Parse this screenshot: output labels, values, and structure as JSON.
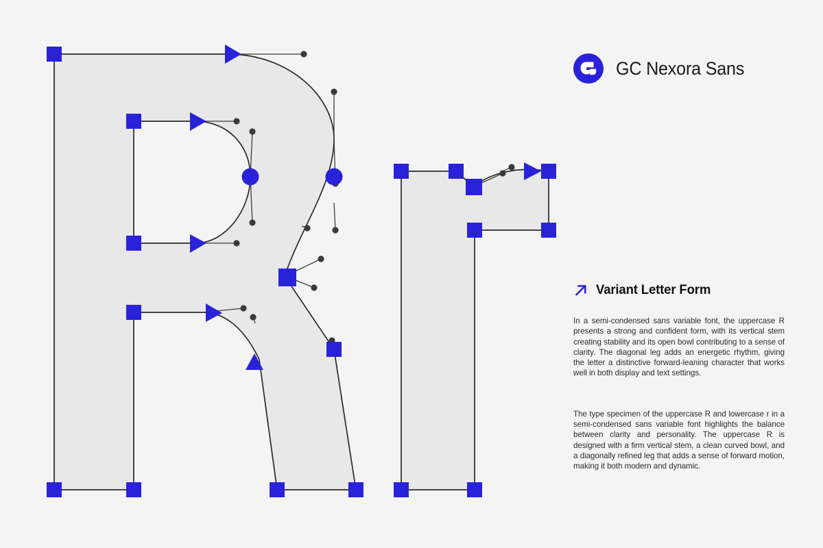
{
  "canvas": {
    "background_color": "#f4f4f4",
    "glyph_fill_color": "#e8e8e8",
    "outline_color": "#2a2a2a",
    "node_color": "#2a22d8",
    "handle_color": "#3a3a3a",
    "glyphs": [
      {
        "name": "uppercase-R",
        "character": "R"
      },
      {
        "name": "lowercase-r",
        "character": "r"
      }
    ],
    "node_types": [
      "corner-node-square",
      "smooth-node-circle",
      "direction-marker-triangle",
      "bezier-handle-dot"
    ]
  },
  "panel": {
    "brand": {
      "logo_name": "gc-logo-icon",
      "logo_color": "#2a22d8",
      "title": "GC Nexora Sans"
    },
    "variant": {
      "icon_name": "arrow-up-right-icon",
      "icon_color": "#2a22d8",
      "title": "Variant Letter Form",
      "paragraphs": [
        "In a semi-condensed sans variable font, the uppercase R presents a strong and confident form, with its vertical stem creating stability and its open bowl contributing to a sense of clarity. The diagonal leg adds an energetic rhythm, giving the letter a distinctive forward-leaning character that works well in both display and text settings.",
        "The type specimen of the uppercase R and lowercase r in a semi-condensed sans variable font highlights the balance between clarity and personality. The uppercase R is designed with a firm vertical stem, a clean curved bowl, and a diagonally refined leg that adds a sense of forward motion, making it both modern and dynamic."
      ]
    }
  }
}
